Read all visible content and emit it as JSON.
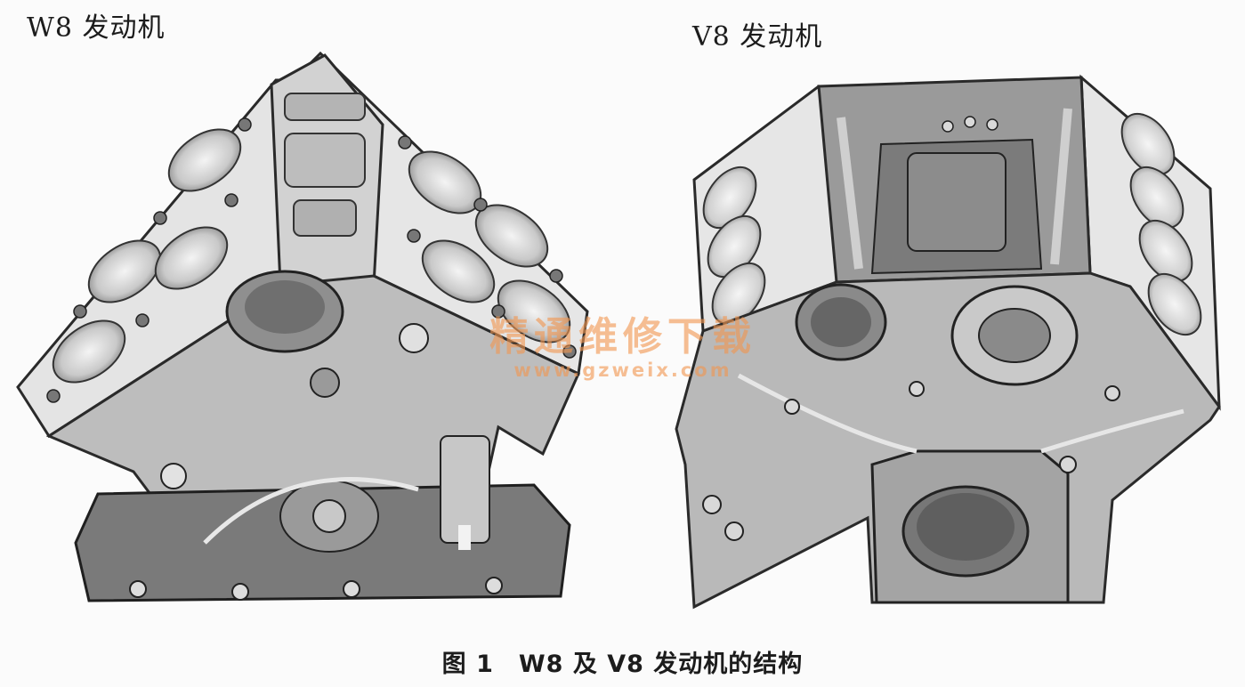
{
  "labels": {
    "w8": "W8 发动机",
    "v8": "V8 发动机"
  },
  "caption": "图 1　W8 及 V8 发动机的结构",
  "watermark": {
    "title": "精通维修下载",
    "url": "www.gzweix.com"
  },
  "images": {
    "w8": "W8 engine block illustration",
    "v8": "V8 engine block illustration"
  },
  "colors": {
    "background": "#fbfbfb",
    "metal_light": "#dcdcdc",
    "metal_mid": "#a9a9a9",
    "metal_dark": "#6e6e6e",
    "watermark": "#f0964f"
  }
}
